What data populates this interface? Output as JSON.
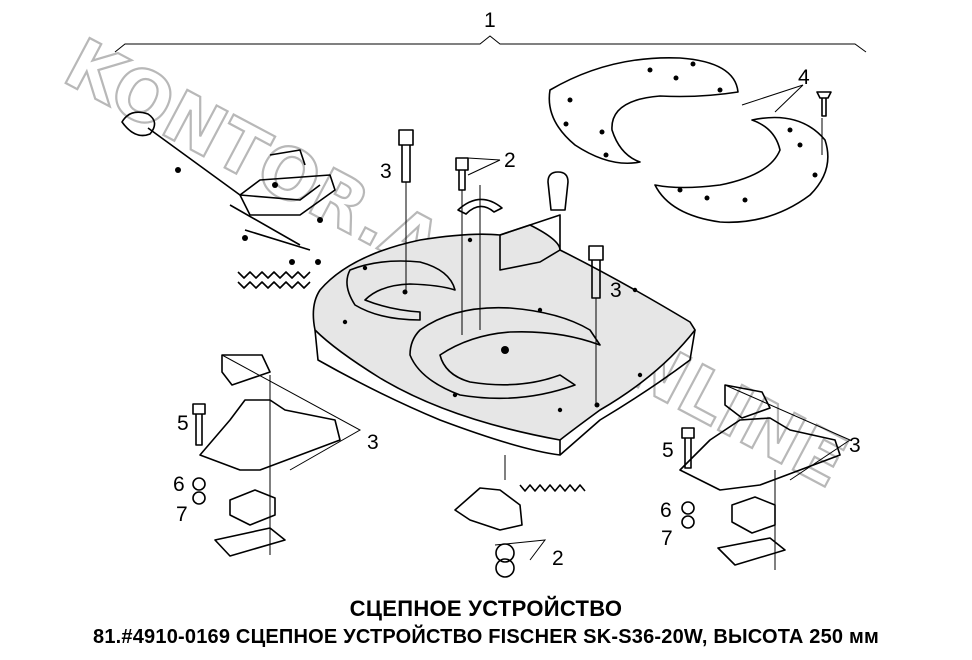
{
  "diagram": {
    "callouts": [
      {
        "id": "c1",
        "label": "1"
      },
      {
        "id": "c2a",
        "label": "2"
      },
      {
        "id": "c2b",
        "label": "2"
      },
      {
        "id": "c3a",
        "label": "3"
      },
      {
        "id": "c3b",
        "label": "3"
      },
      {
        "id": "c3c",
        "label": "3"
      },
      {
        "id": "c3d",
        "label": "3"
      },
      {
        "id": "c4",
        "label": "4"
      },
      {
        "id": "c5a",
        "label": "5"
      },
      {
        "id": "c5b",
        "label": "5"
      },
      {
        "id": "c6a",
        "label": "6"
      },
      {
        "id": "c6b",
        "label": "6"
      },
      {
        "id": "c7a",
        "label": "7"
      },
      {
        "id": "c7b",
        "label": "7"
      }
    ],
    "watermark": "KONTOR.ACAT.ONLINE"
  },
  "caption": {
    "title": "СЦЕПНОЕ УСТРОЙСТВО",
    "subtitle": "81.#4910-0169 СЦЕПНОЕ УСТРОЙСТВО FISCHER SK-S36-20W, ВЫСОТА 250 мм"
  }
}
